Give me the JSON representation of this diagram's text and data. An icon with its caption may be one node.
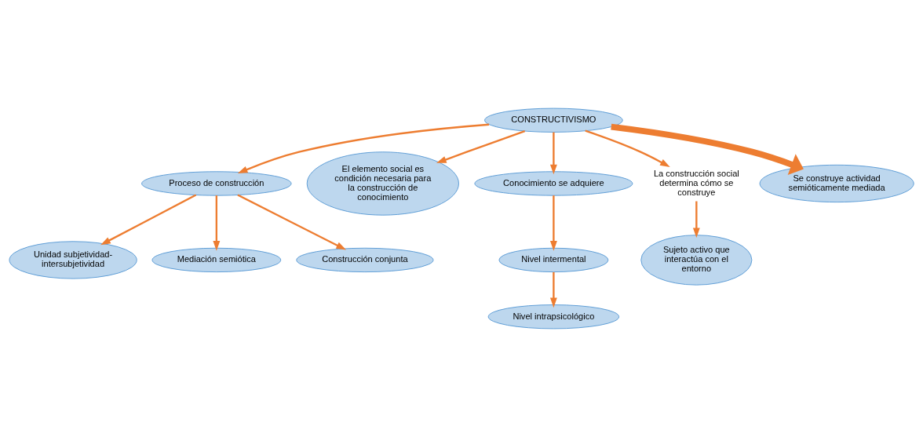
{
  "diagram": {
    "nodes": [
      {
        "text": [
          "CONSTRUCTIVISMO"
        ]
      },
      {
        "text": [
          "Proceso de construcción"
        ]
      },
      {
        "text": [
          "Unidad subjetividad-intersubjetividad"
        ]
      },
      {
        "text": [
          "Mediación semiótica"
        ]
      },
      {
        "text": [
          "Construcción conjunta"
        ]
      },
      {
        "text": [
          "El elemento social es condición necesaria para la construcción de conocimiento"
        ]
      },
      {
        "text": [
          "Conocimiento se adquiere"
        ]
      },
      {
        "text": [
          "Nivel intermental"
        ]
      },
      {
        "text": [
          "Nivel intrapsicológico"
        ]
      },
      {
        "text": [
          "Sujeto activo que interactúa con el entorno"
        ]
      },
      {
        "text": [
          "La construcción social determina cómo se construye"
        ]
      },
      {
        "text": [
          "Se construye actividad semióticamente mediada"
        ]
      }
    ],
    "edges": [
      {
        "from": 0,
        "to": 1,
        "arrow": "to"
      },
      {
        "from": 1,
        "to": 2,
        "arrow": "to"
      },
      {
        "from": 1,
        "to": 3,
        "arrow": "to"
      },
      {
        "from": 1,
        "to": 4,
        "arrow": "to"
      },
      {
        "from": 0,
        "to": 5,
        "arrow": "to"
      },
      {
        "from": 0,
        "to": 6,
        "arrow": "to"
      },
      {
        "from": 6,
        "to": 7,
        "arrow": "to"
      },
      {
        "from": 7,
        "to": 8,
        "arrow": "to"
      },
      {
        "from": 0,
        "to": 10,
        "arrow": "to"
      },
      {
        "from": 10,
        "to": 9,
        "arrow": "to"
      },
      {
        "from": 0,
        "to": 11,
        "arrow": "to",
        "style": "thick"
      }
    ]
  }
}
